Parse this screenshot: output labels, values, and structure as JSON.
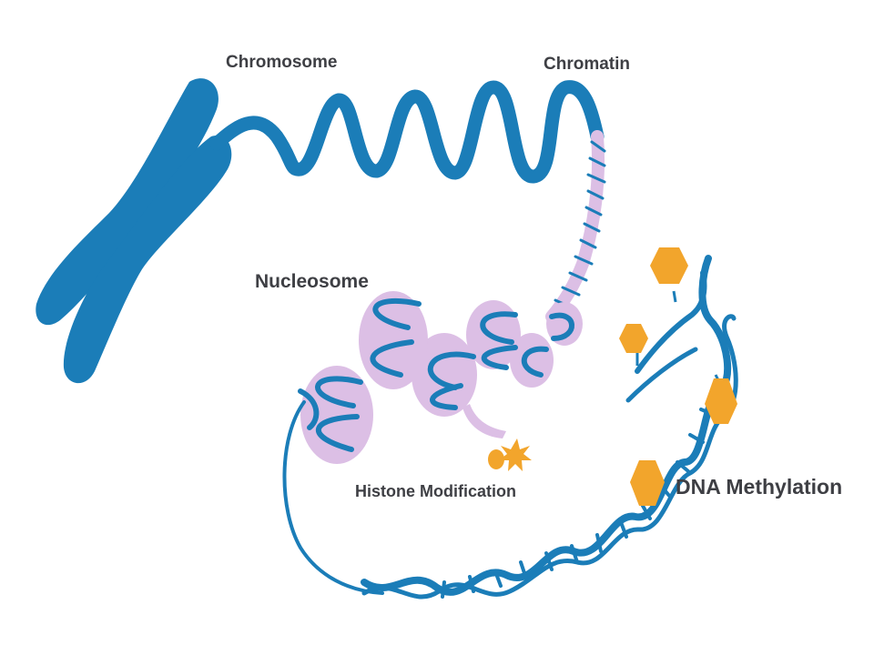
{
  "labels": {
    "chromosome": "Chromosome",
    "chromatin": "Chromatin",
    "nucleosome": "Nucleosome",
    "histone_modification": "Histone Modification",
    "dna_methylation": "DNA Methylation"
  },
  "colors": {
    "dna_blue": "#1b7db8",
    "histone_lilac": "#dcbfe5",
    "methyl_orange": "#f2a52c",
    "label_text": "#3e3f44",
    "background": "#ffffff"
  }
}
